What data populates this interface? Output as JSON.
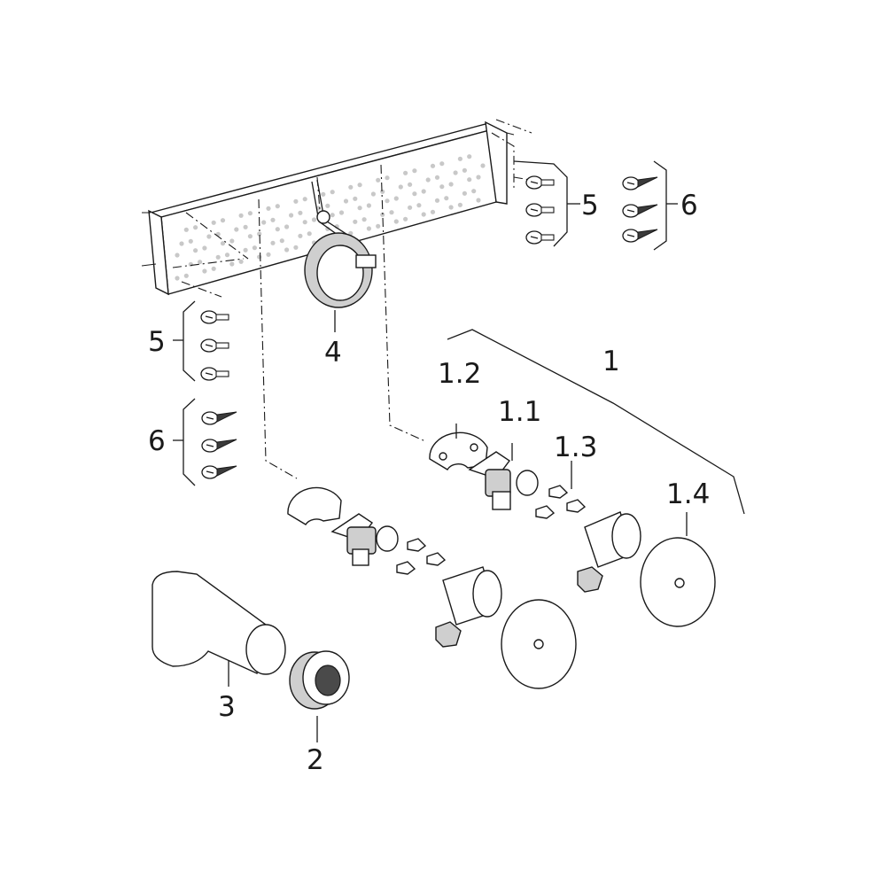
{
  "labels": {
    "l1": "1",
    "l1_1": "1.1",
    "l1_2": "1.2",
    "l1_3": "1.3",
    "l1_4": "1.4",
    "l2": "2",
    "l3": "3",
    "l4": "4",
    "l5_top": "5",
    "l6_top": "6",
    "l5_left": "5",
    "l6_left": "6"
  },
  "colors": {
    "line": "#1a1a1a",
    "part_fill": "#ffffff",
    "hole_dots": "#c8c8c8",
    "shaded": "#cfcfcf"
  }
}
